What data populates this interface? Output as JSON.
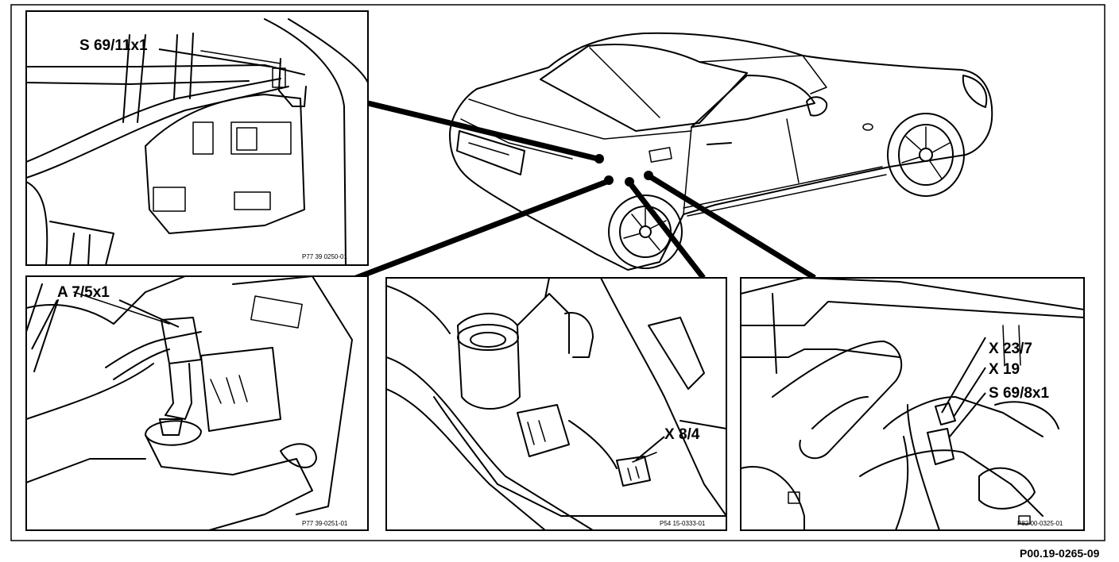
{
  "diagram": {
    "document_number": "P00.19-0265-09",
    "panels": [
      {
        "id": "top-left",
        "label": "S 69/11x1",
        "ref": "P77 39 0250-01"
      },
      {
        "id": "mid-left",
        "label": "A 7/5x1",
        "ref": "P77 39-0251-01"
      },
      {
        "id": "center",
        "label": "X 8/4",
        "ref": "P54 15-0333-01"
      },
      {
        "id": "right",
        "labels": [
          "X 23/7",
          "X 19",
          "S 69/8x1"
        ],
        "ref": "P82 00-0325-01"
      }
    ],
    "colors": {
      "ink": "#000000",
      "paper": "#ffffff"
    }
  }
}
